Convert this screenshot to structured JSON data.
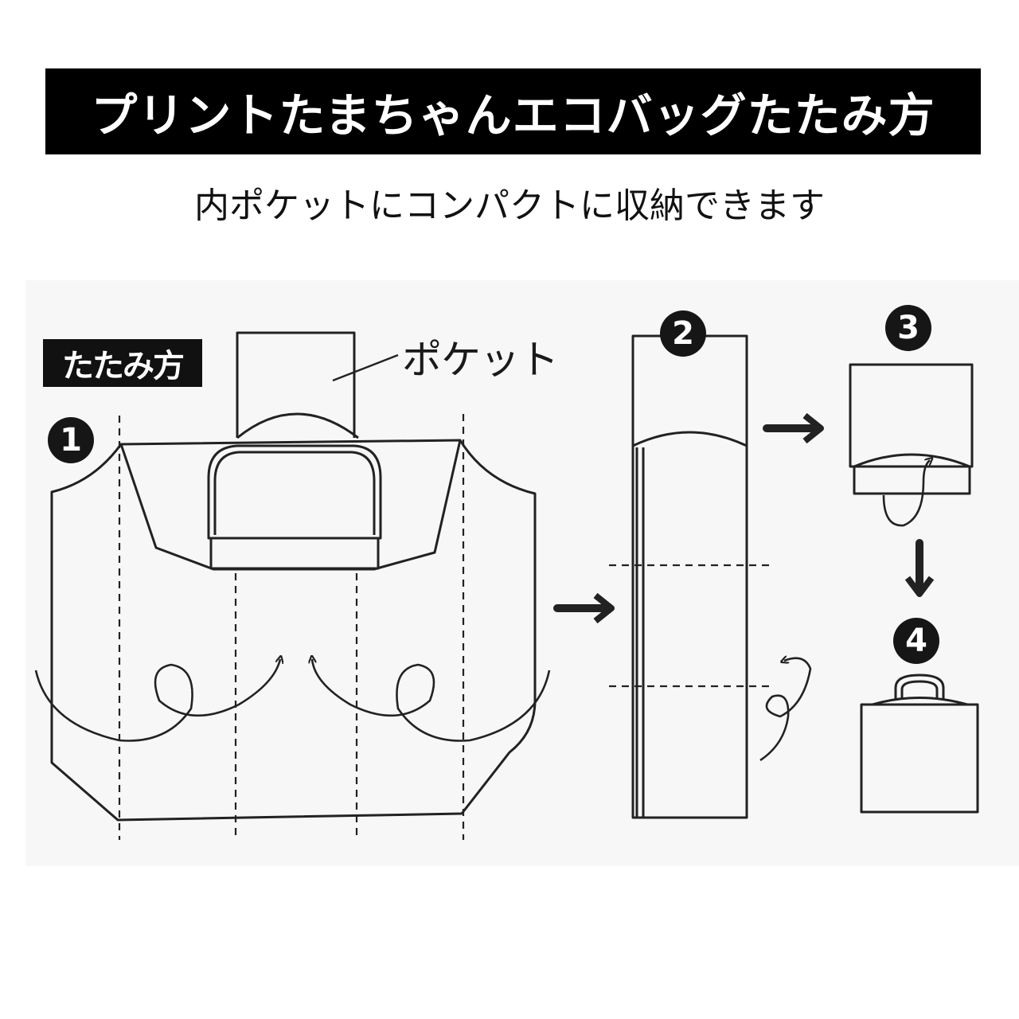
{
  "header": {
    "title": "プリントたまちゃんエコバッグたたみ方",
    "subtitle": "内ポケットにコンパクトに収納できます"
  },
  "diagram": {
    "tag": "たたみ方",
    "pocket_label": "ポケット",
    "steps": [
      "1",
      "2",
      "3",
      "4"
    ]
  }
}
